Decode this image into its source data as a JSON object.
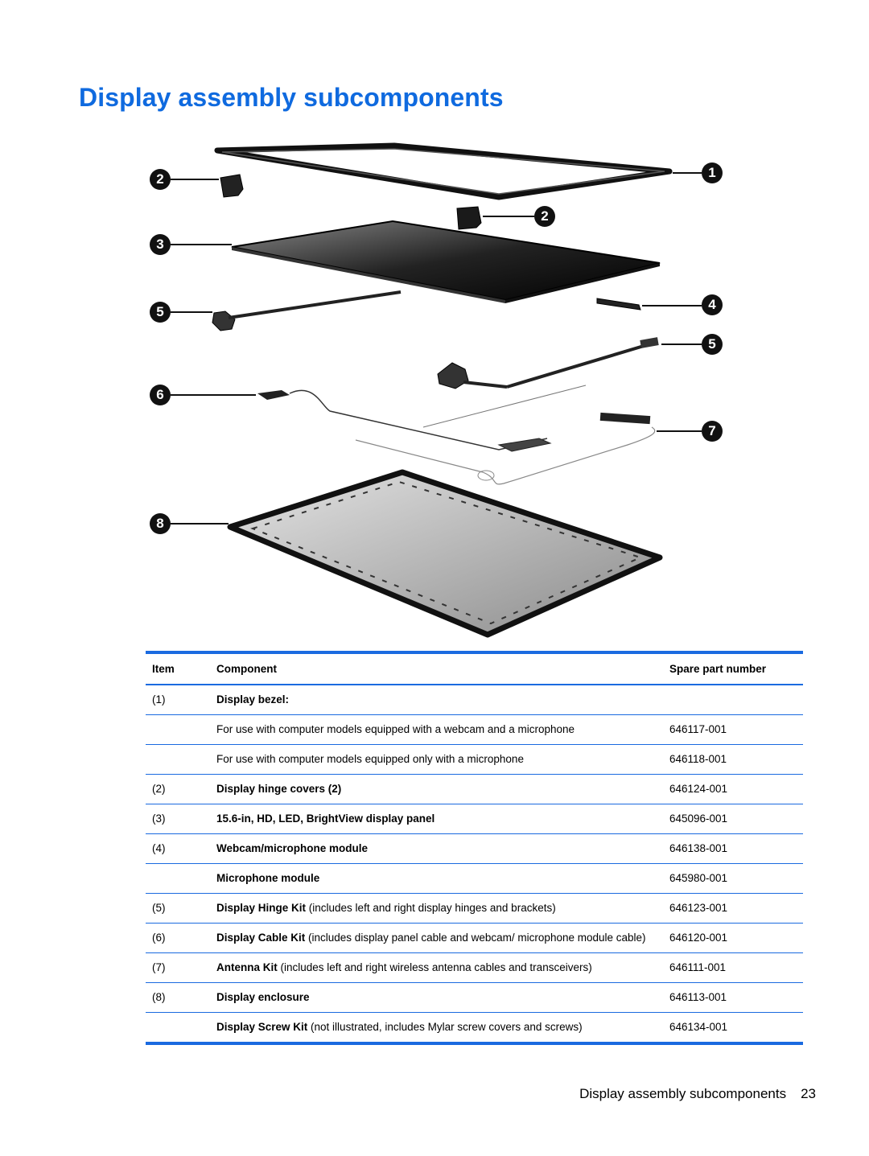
{
  "page": {
    "title": "Display assembly subcomponents",
    "footer_label": "Display assembly subcomponents",
    "page_number": "23"
  },
  "figure": {
    "callouts": [
      "1",
      "2",
      "2",
      "3",
      "4",
      "5",
      "5",
      "6",
      "7",
      "8"
    ]
  },
  "table": {
    "headers": {
      "item": "Item",
      "component": "Component",
      "spare": "Spare part number"
    },
    "rows": [
      {
        "item": "(1)",
        "bold": "Display bezel:",
        "rest": "",
        "spare": ""
      },
      {
        "item": "",
        "bold": "",
        "rest": "For use with computer models equipped with a webcam and a microphone",
        "spare": "646117-001"
      },
      {
        "item": "",
        "bold": "",
        "rest": "For use with computer models equipped only with a microphone",
        "spare": "646118-001"
      },
      {
        "item": "(2)",
        "bold": "Display hinge covers (2)",
        "rest": "",
        "spare": "646124-001"
      },
      {
        "item": "(3)",
        "bold": "15.6-in, HD, LED, BrightView display panel",
        "rest": "",
        "spare": "645096-001"
      },
      {
        "item": "(4)",
        "bold": "Webcam/microphone module",
        "rest": "",
        "spare": "646138-001"
      },
      {
        "item": "",
        "bold": "Microphone module",
        "rest": "",
        "spare": "645980-001"
      },
      {
        "item": "(5)",
        "bold": "Display Hinge Kit",
        "rest": " (includes left and right display hinges and brackets)",
        "spare": "646123-001"
      },
      {
        "item": "(6)",
        "bold": "Display Cable Kit",
        "rest": " (includes display panel cable and webcam/ microphone module cable)",
        "spare": "646120-001"
      },
      {
        "item": "(7)",
        "bold": "Antenna Kit",
        "rest": " (includes left and right wireless antenna cables and transceivers)",
        "spare": "646111-001"
      },
      {
        "item": "(8)",
        "bold": "Display enclosure",
        "rest": "",
        "spare": "646113-001"
      },
      {
        "item": "",
        "bold": "Display Screw Kit",
        "rest": " (not illustrated, includes Mylar screw covers and screws)",
        "spare": "646134-001"
      }
    ]
  }
}
